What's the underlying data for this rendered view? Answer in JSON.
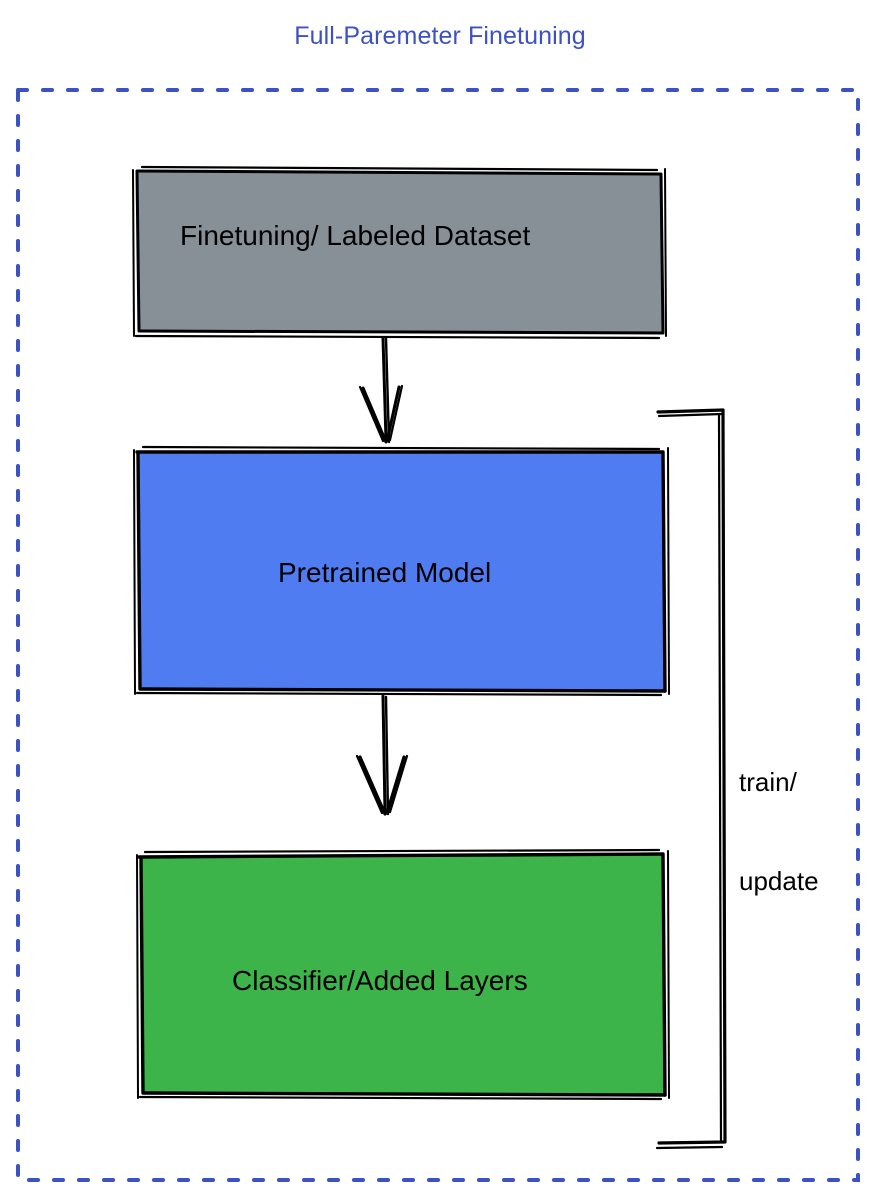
{
  "page": {
    "title": "Full-Paremeter Finetuning",
    "background": "#ffffff"
  },
  "colors": {
    "title_blue": "#3b51c4",
    "dashed_border_blue": "#3b51c4",
    "dataset_gray": "#878f97",
    "pretrained_blue": "#4f7cf0",
    "classifier_green": "#3cb44a",
    "stroke_black": "#000000",
    "text_black": "#000000"
  },
  "diagram": {
    "type": "flowchart",
    "style": "hand-drawn-sketch",
    "container": {
      "name": "dashed-boundary",
      "border_style": "dashed",
      "border_color": "#3b51c4"
    },
    "nodes": [
      {
        "id": "dataset",
        "label": "Finetuning/ Labeled Dataset",
        "fill": "#878f97",
        "shape": "rectangle"
      },
      {
        "id": "pretrained",
        "label": "Pretrained Model",
        "fill": "#4f7cf0",
        "shape": "rectangle"
      },
      {
        "id": "classifier",
        "label": "Classifier/Added Layers",
        "fill": "#3cb44a",
        "shape": "rectangle"
      }
    ],
    "edges": [
      {
        "id": "edge-dataset-to-pretrained",
        "from": "dataset",
        "to": "pretrained",
        "label": "",
        "arrow": "down"
      },
      {
        "id": "edge-pretrained-to-classifier",
        "from": "pretrained",
        "to": "classifier",
        "label": "",
        "arrow": "down"
      },
      {
        "id": "edge-feedback-loop",
        "from": "classifier",
        "to": "pretrained",
        "label_line1": "train/",
        "label_line2": "update",
        "arrow": "none"
      }
    ]
  }
}
